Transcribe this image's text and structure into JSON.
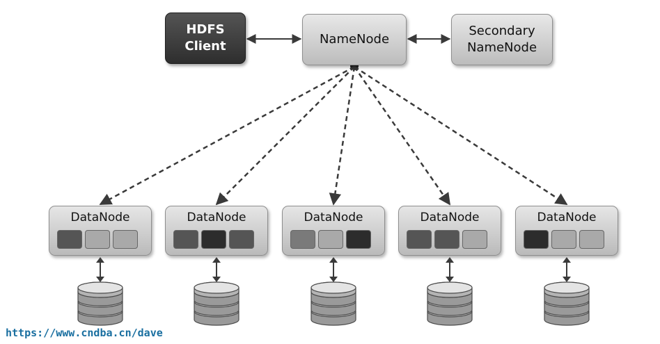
{
  "nodes": {
    "client_label": "HDFS\nClient",
    "namenode_label": "NameNode",
    "secondary_label": "Secondary\nNameNode"
  },
  "datanodes": [
    {
      "label": "DataNode",
      "blocks": [
        "dark",
        "light",
        "light"
      ]
    },
    {
      "label": "DataNode",
      "blocks": [
        "dark",
        "black",
        "dark"
      ]
    },
    {
      "label": "DataNode",
      "blocks": [
        "mid",
        "light",
        "black"
      ]
    },
    {
      "label": "DataNode",
      "blocks": [
        "dark",
        "dark",
        "light"
      ]
    },
    {
      "label": "DataNode",
      "blocks": [
        "black",
        "light",
        "light"
      ]
    }
  ],
  "watermark": "https://www.cndba.cn/dave",
  "colors": {
    "client_fill": "#3a3a3a",
    "node_fill": "#d2d2d2",
    "line": "#3a3a3a",
    "watermark": "#1a6fa0"
  }
}
